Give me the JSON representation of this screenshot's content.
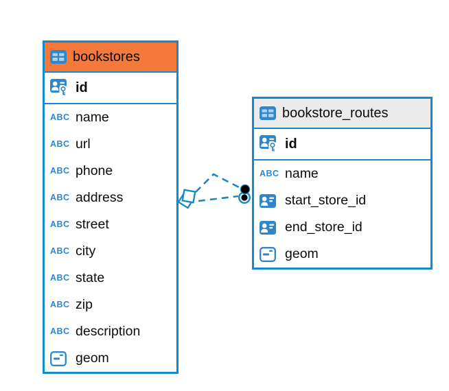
{
  "diagram": {
    "entities": [
      {
        "title": "bookstores",
        "header_color": "#F5793B",
        "columns": [
          {
            "name": "id",
            "icon": "primary-key"
          },
          {
            "name": "name",
            "icon": "text"
          },
          {
            "name": "url",
            "icon": "text"
          },
          {
            "name": "phone",
            "icon": "text"
          },
          {
            "name": "address",
            "icon": "text"
          },
          {
            "name": "street",
            "icon": "text"
          },
          {
            "name": "city",
            "icon": "text"
          },
          {
            "name": "state",
            "icon": "text"
          },
          {
            "name": "zip",
            "icon": "text"
          },
          {
            "name": "description",
            "icon": "text"
          },
          {
            "name": "geom",
            "icon": "geometry"
          }
        ]
      },
      {
        "title": "bookstore_routes",
        "header_color": "#EBEBEB",
        "columns": [
          {
            "name": "id",
            "icon": "primary-key"
          },
          {
            "name": "name",
            "icon": "text"
          },
          {
            "name": "start_store_id",
            "icon": "reference"
          },
          {
            "name": "end_store_id",
            "icon": "reference"
          },
          {
            "name": "geom",
            "icon": "geometry"
          }
        ]
      }
    ],
    "relationships": [
      {
        "from": "bookstores",
        "to": "bookstore_routes",
        "style": "dashed"
      },
      {
        "from": "bookstores",
        "to": "bookstore_routes",
        "style": "dashed"
      }
    ],
    "icon_glyphs": {
      "text": "ABC"
    },
    "colors": {
      "border_blue": "#1588C9",
      "icon_blue": "#2F87C9",
      "icon_blue_light": "#A9D3EE",
      "header_orange": "#F5793B",
      "header_gray": "#EBEBEB",
      "text": "#0B0B0B",
      "background": "#FFFFFF"
    }
  }
}
